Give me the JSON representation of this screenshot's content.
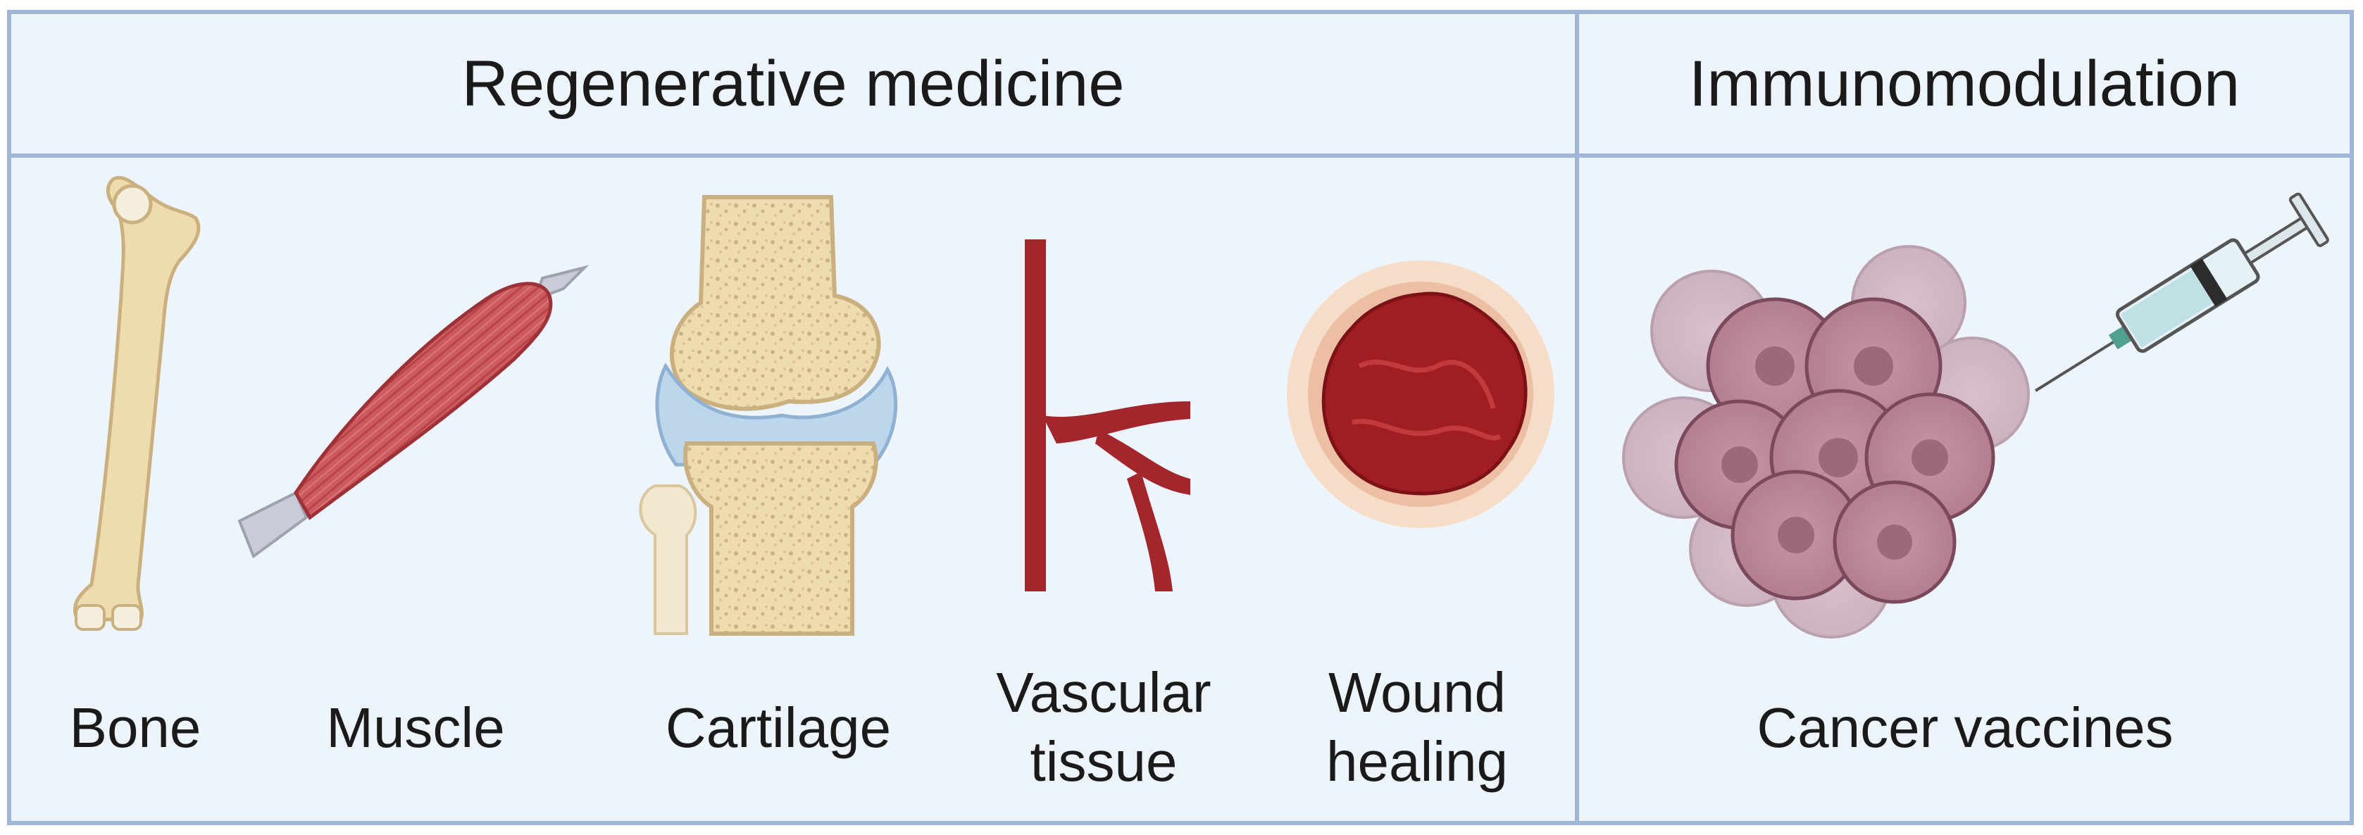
{
  "sections": [
    {
      "title": "Regenerative medicine",
      "items": [
        {
          "label": "Bone",
          "icon": "bone-icon"
        },
        {
          "label": "Muscle",
          "icon": "muscle-icon"
        },
        {
          "label": "Cartilage",
          "icon": "knee-joint-icon"
        },
        {
          "label_line1": "Vascular",
          "label_line2": "tissue",
          "icon": "blood-vessel-icon"
        },
        {
          "label_line1": "Wound",
          "label_line2": "healing",
          "icon": "wound-icon"
        }
      ]
    },
    {
      "title": "Immunomodulation",
      "items": [
        {
          "label": "Cancer vaccines",
          "icon": "tumor-cells-syringe-icon"
        }
      ]
    }
  ],
  "colors": {
    "panel_bg": "#eef4fb",
    "border": "#9fb6d9",
    "bone": "#efdcae",
    "muscle": "#c9545a",
    "vessel": "#a3262c",
    "wound": "#a01e22",
    "cells": "#b98598"
  }
}
